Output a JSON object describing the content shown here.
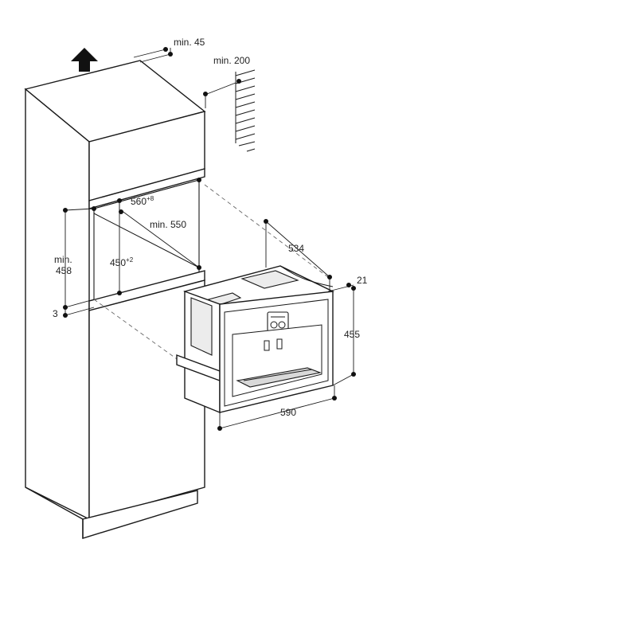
{
  "labels": {
    "top_gap": "min. 45",
    "rear_gap": "min. 200",
    "niche_width": "560",
    "niche_width_tol": "+8",
    "niche_depth": "min. 550",
    "niche_height_left_line1": "min.",
    "niche_height_left_line2": "458",
    "niche_height_inner": "450",
    "niche_height_inner_tol": "+2",
    "floor_offset": "3",
    "appliance_depth": "534",
    "front_projection": "21",
    "appliance_height": "455",
    "appliance_width": "590"
  },
  "icons": {
    "ventilation_arrow": "up-arrow-icon",
    "wall_hatching": "hatched-wall-icon",
    "dimension_point": "dimension-dot-icon"
  },
  "colors": {
    "line": "#1a1a1a",
    "dashed": "#666666",
    "panel_fill": "#ffffff",
    "drip_tray": "#d9d9d9"
  }
}
